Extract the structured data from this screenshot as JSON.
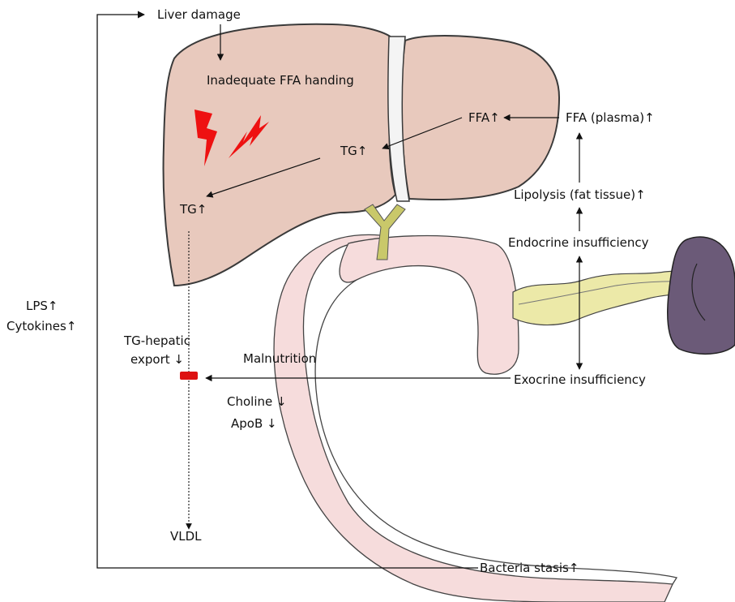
{
  "labels": {
    "liver_damage": "Liver damage",
    "inadequate_ffa": "Inadequate FFA handing",
    "ffa_liver": "FFA↑",
    "ffa_plasma": "FFA (plasma)↑",
    "tg_center": "TG↑",
    "tg_left": "TG↑",
    "lipolysis": "Lipolysis (fat tissue)↑",
    "endocrine": "Endocrine insufficiency",
    "exocrine": "Exocrine insufficiency",
    "lps": "LPS↑",
    "cytokines": "Cytokines↑",
    "tg_export_1": "TG-hepatic",
    "tg_export_2": "export ↓",
    "malnutrition": "Malnutrition",
    "choline": "Choline ↓",
    "apob": "ApoB ↓",
    "vldl": "VLDL",
    "bacteria_stasis": "Bacteria stasis↑"
  },
  "colors": {
    "liver_fill": "#e8c9bd",
    "liver_stroke": "#3a3a3a",
    "intestine_fill": "#f6dcdc",
    "bile_duct": "#c9c86a",
    "pancreas": "#ece9a8",
    "spleen": "#6b5a78",
    "damage_bolt": "#ee1111",
    "export_block": "#dd1111"
  },
  "icons": [
    "lightning-bolt-icon",
    "lightning-bolt-icon"
  ]
}
